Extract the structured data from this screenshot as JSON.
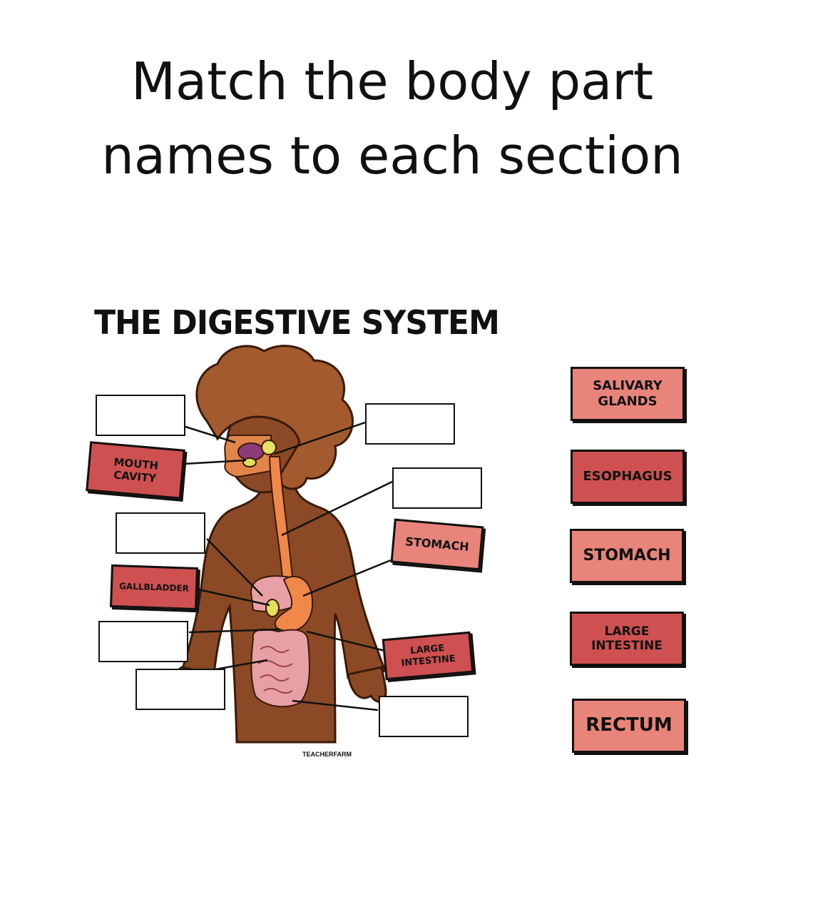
{
  "heading": {
    "line1": "Match the body part",
    "line2": "names to each section"
  },
  "diagram": {
    "title": "THE DIGESTIVE SYSTEM",
    "credit": "TEACHERFARM",
    "placed_labels": {
      "mouth": "MOUTH\nCAVITY",
      "gallbladder": "GALLBLADDER",
      "stomach": "STOMACH",
      "large_intestine": "LARGE\nINTESTINE"
    }
  },
  "cards": [
    {
      "label": "SALIVARY\nGLANDS",
      "tone": "light"
    },
    {
      "label": "ESOPHAGUS",
      "tone": "dark"
    },
    {
      "label": "STOMACH",
      "tone": "light"
    },
    {
      "label": "LARGE\nINTESTINE",
      "tone": "dark"
    },
    {
      "label": "RECTUM",
      "tone": "light"
    }
  ],
  "colors": {
    "card_dark": "#cf5050",
    "card_light": "#e8847a",
    "skin": "#8b4a25",
    "hair": "#a35a2e",
    "organ_pink": "#e7a0a6",
    "stomach_orange": "#f0884a"
  }
}
